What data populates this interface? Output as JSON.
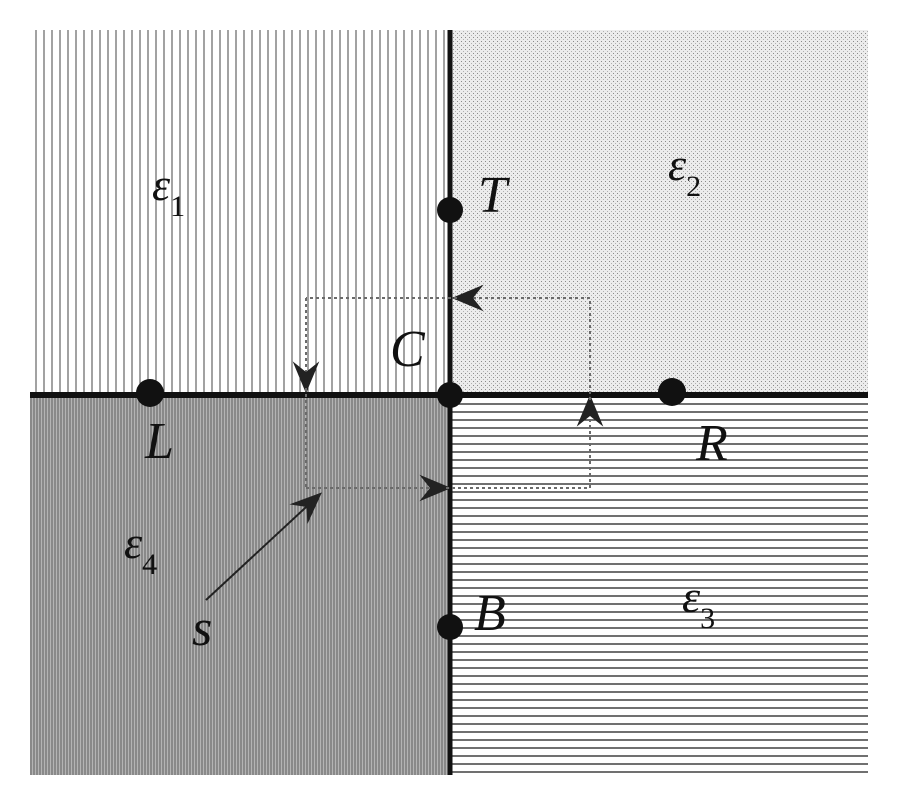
{
  "regions": [
    {
      "id": "e1",
      "symbol": "ε",
      "subscript": "1"
    },
    {
      "id": "e2",
      "symbol": "ε",
      "subscript": "2"
    },
    {
      "id": "e3",
      "symbol": "ε",
      "subscript": "3"
    },
    {
      "id": "e4",
      "symbol": "ε",
      "subscript": "4"
    }
  ],
  "points": {
    "T": "T",
    "C": "C",
    "L": "L",
    "R": "R",
    "B": "B"
  },
  "source_label": "s",
  "colors": {
    "ink": "#111111",
    "dotted_path": "#6a6a6a",
    "region2_fill": "#dedede",
    "region4_fill": "#a9a9a9"
  }
}
